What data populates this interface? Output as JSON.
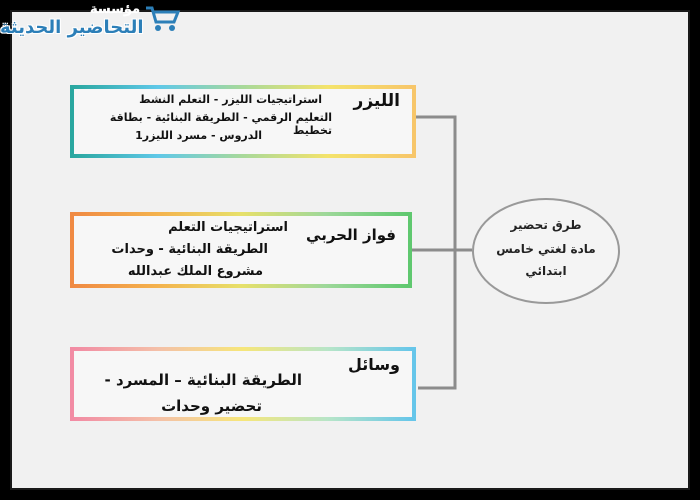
{
  "brand": {
    "top": "مؤسسة",
    "main": "التحاضير الحديثة",
    "color": "#2c7fb8"
  },
  "center": {
    "lines": [
      "طرق تحضير",
      "مادة لغتي خامس",
      "ابتدائي"
    ]
  },
  "branches": [
    {
      "title": "الليزر",
      "lines": [
        "استراتيجيات الليزر - التعلم النشط",
        "التعليم الرقمي - الطريقة البنائية - بطاقة تخطيط",
        "الدروس - مسرد الليزر1"
      ]
    },
    {
      "title": "فواز الحربي",
      "lines": [
        "استراتيجيات التعلم",
        "الطريقة البنائية - وحدات",
        "مشروع الملك عبدالله"
      ]
    },
    {
      "title": "وسائل",
      "lines": [
        "الطريقة البنائية – المسرد -",
        "تحضير وحدات"
      ]
    }
  ]
}
